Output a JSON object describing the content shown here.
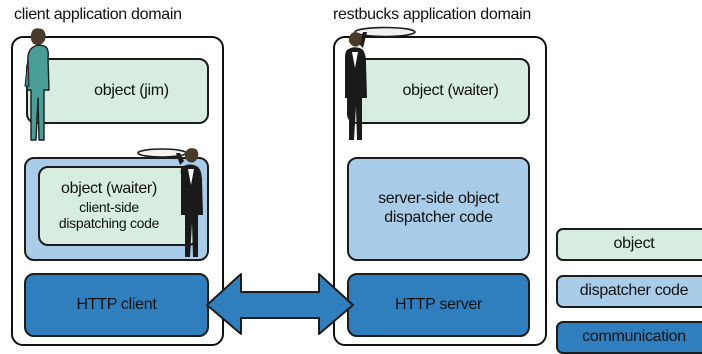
{
  "client_domain": {
    "title": "client application domain",
    "object_jim": "object (jim)",
    "waiter_object": "object (waiter)",
    "waiter_sub1": "client-side",
    "waiter_sub2": "dispatching code",
    "http_client": "HTTP client"
  },
  "server_domain": {
    "title": "restbucks application domain",
    "object_waiter": "object (waiter)",
    "dispatcher_line1": "server-side object",
    "dispatcher_line2": "dispatcher code",
    "http_server": "HTTP server"
  },
  "legend": {
    "object": "object",
    "dispatcher": "dispatcher code",
    "communication": "communication"
  },
  "colors": {
    "object": "#d7ede1",
    "dispatcher": "#a9cde8",
    "communication": "#2f7fbf"
  }
}
